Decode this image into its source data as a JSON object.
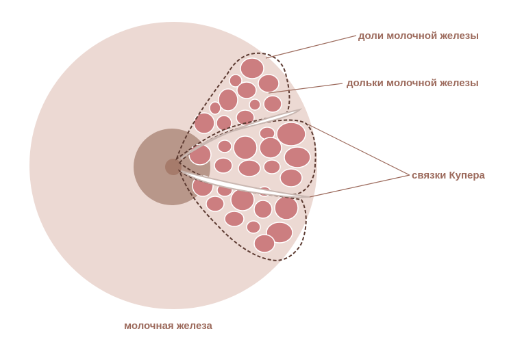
{
  "labels": {
    "lobes": "доли молочной железы",
    "lobules": "дольки молочной железы",
    "cooper": "связки Купера",
    "gland": "молочная железа"
  },
  "colors": {
    "breast": "#ecd9d3",
    "areola": "#b8978a",
    "nipple": "#a67b6b",
    "lobule_fill": "#cc7e80",
    "lobule_stroke": "#ffffff",
    "outline": "#5c3a31",
    "ligament": "#c9b7b1",
    "leader": "#9c6a5c",
    "text": "#9c6a5c"
  }
}
